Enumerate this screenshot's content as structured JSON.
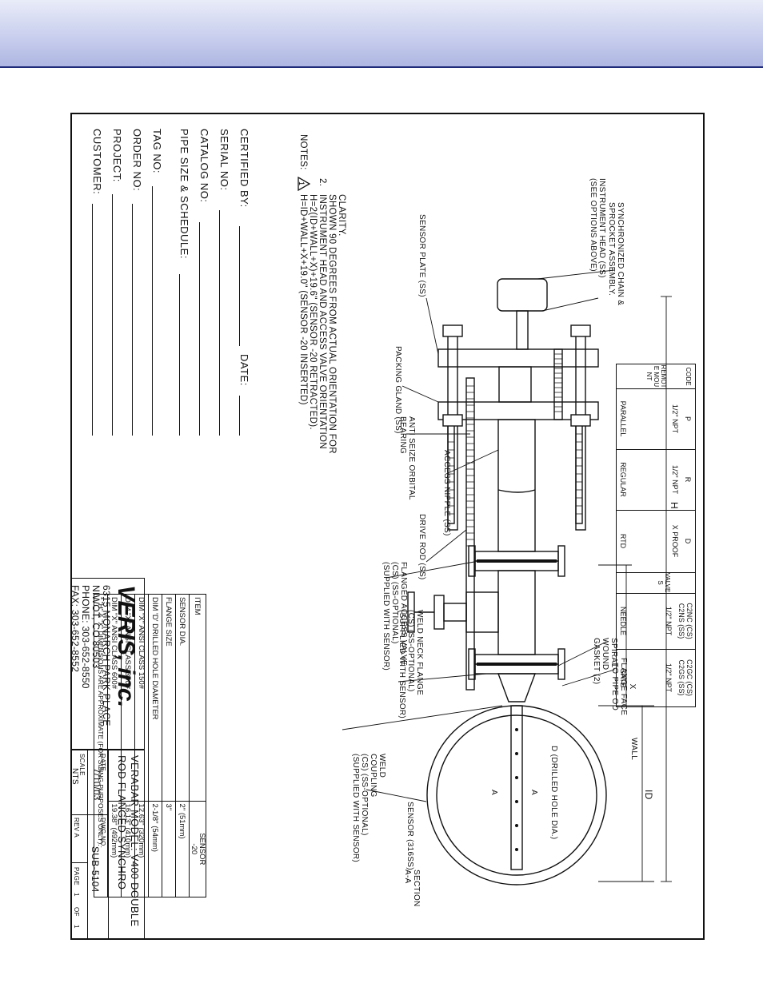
{
  "customer_form": {
    "customer_label": "CUSTOMER:",
    "project_label": "PROJECT:",
    "order_label": "ORDER NO:",
    "tag_label": "TAG NO:",
    "pipe_label": "PIPE SIZE & SCHEDULE:",
    "catalog_label": "CATALOG NO:",
    "serial_label": "SERIAL NO:",
    "certified_label": "CERTIFIED BY:",
    "date_label": "DATE:"
  },
  "notes": {
    "heading": "NOTES:",
    "note1_line1": "H=ID+WALL+X+19.0\" (SENSOR -20 INSERTED)",
    "note1_line2": "H=2(ID+WALL+X)+19.6\" (SENSOR -20 RETRACTED).",
    "note2_num": "2.",
    "note2_line1": "INSTRUMENT HEAD AND ACCESS VALVE ORIENTATION",
    "note2_line2": "SHOWN 90 DEGREES FROM ACTUAL ORIENTATION FOR",
    "note2_line3": "CLARITY."
  },
  "labels": {
    "chain": "SYNCHRONIZED CHAIN &\nSPROCKET ASSEMBLY.",
    "head": "INSTRUMENT HEAD (SS)\n(SEE OPTIONS ABOVE)",
    "plate": "SENSOR PLATE (SS)",
    "gland": "PACKING GLAND (SS)",
    "bearing": "ANTI SEIZE ORBITAL\nBEARING",
    "nipple": "ACCESS NIPPLE (SS)",
    "drive_rod": "DRIVE ROD (SS)",
    "access_valve": "FLANGED ACCESS VALVE\n(CS) (SS-OPTIONAL)\n(SUPPLIED WITH SENSOR)",
    "weld_neck": "WELD NECK FLANGE\n(CS) (SS-OPTIONAL)\n(SUPPLIED WITH SENSOR)",
    "gasket": "SPIRAL-\nWOUND\nGASKET (2)",
    "x_dim": "X\nFLANGE FACE\nTO PIPE OD",
    "wall": "WALL",
    "d_hole": "D (DRILLED HOLE DIA.)",
    "weld_coupling": "WELD\nCOUPLING\n(CS) (SS-OPTIONAL)\n(SUPPLIED WITH SENSOR)",
    "sensor": "SENSOR (316SS)",
    "section": "SECTION\nA-A",
    "a_mark": "A",
    "h_dim": "H",
    "id_dim": "ID"
  },
  "options_table": {
    "code_label": "CODE",
    "remote_mount": "REMOTE MOUNT",
    "valves": "VALVES",
    "columns": [
      {
        "name": "PARALLEL",
        "npt": "1/2\" NPT",
        "code": "P"
      },
      {
        "name": "REGULAR",
        "npt": "1/2\" NPT",
        "code": "R"
      },
      {
        "name": "RTD",
        "npt": "X PROOF",
        "code": "D"
      },
      {
        "name": "NEEDLE",
        "npt": "1/2\" NPT",
        "code": "C2NC (CS)\nC2NS (SS)"
      },
      {
        "name": "GATE",
        "npt": "1/2\" NPT",
        "code": "C2GC (CS)\nC2GS (SS)"
      }
    ]
  },
  "dim_table": {
    "header_item": "ITEM",
    "header_sensor": "SENSOR\n-20",
    "rows": [
      {
        "item": "SENSOR DIA.",
        "value": "2\" (51mm)"
      },
      {
        "item": "FLANGE SIZE",
        "value": "3\""
      },
      {
        "item": "DIM 'D' DRILLED HOLE DIAMETER",
        "value": "2-1/8\" (54mm)"
      },
      {
        "item": "DIM \"X\" ANSI CLASS 150#",
        "value": "12.63\" (320mm)"
      },
      {
        "item": "DIM \"X\" ANSI CLASS 300#",
        "value": "16.13\" (410mm)"
      },
      {
        "item": "DIM \"X\" ANSI CLASS 600#",
        "value": "19.38\" (492mm)"
      }
    ],
    "footnote": "* \"H\" & \"X\" DIMENSIONS ARE APPROXIMATE (FOR SIZING PURPOSES ONLY)."
  },
  "company": {
    "logo": "VERIS, inc.",
    "address1": "6315 MONARCH PARK PLACE",
    "address2": "NIWOT, CO 80503",
    "phone": "PHONE: 303-652-8550",
    "fax": "FAX: 303-652-8552"
  },
  "title_block": {
    "title_line1": "VERABAR MODEL: V400 DOUBLE",
    "title_line2": "ROD FLANGED SYNCHRO",
    "date_label": "DATE",
    "date_value": "7/10/03",
    "dwg_label": "DWG NO.",
    "dwg_value": "SUB-5104",
    "scale_label": "SCALE",
    "scale_value": "NTS",
    "rev": "REV A",
    "page_label": "PAGE",
    "page_value": "1",
    "of_label": "OF",
    "page_total": "1"
  }
}
